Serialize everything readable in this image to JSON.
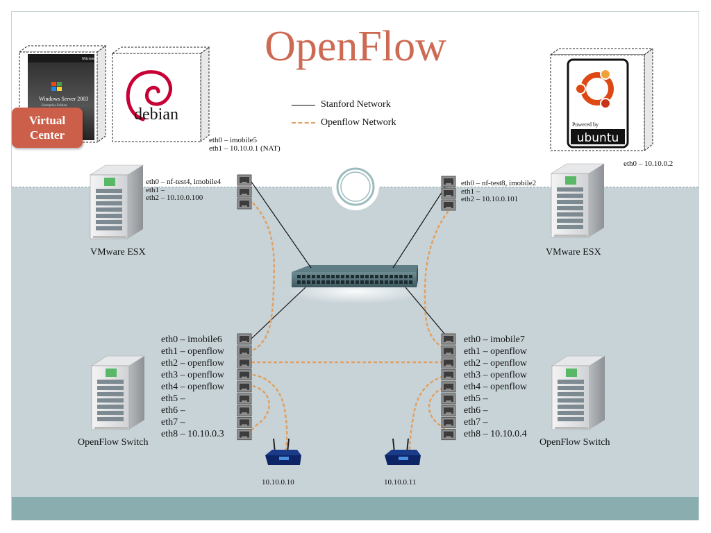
{
  "title": "OpenFlow",
  "legend": {
    "items": [
      {
        "label": "Stanford Network",
        "color": "#000000",
        "style": "solid"
      },
      {
        "label": "Openflow Network",
        "color": "#e0a060",
        "style": "dashed"
      }
    ]
  },
  "virtual_center": {
    "line1": "Virtual",
    "line2": "Center"
  },
  "windows_box": {
    "brand": "Microsoft",
    "product": "Windows Server 2003",
    "edition": "Enterprise Edition"
  },
  "debian": {
    "label": "debian",
    "eth": [
      "eth0 – imobile5",
      "eth1 –  10.10.0.1 (NAT)"
    ]
  },
  "ubuntu": {
    "powered": "Powered by",
    "label": "ubuntu",
    "eth0": "eth0 – 10.10.0.2"
  },
  "esx_left": {
    "label": "VMware ESX",
    "eth": [
      "eth0 –  nf-test4, imobile4",
      "eth1 –",
      "eth2 –  10.10.0.100"
    ]
  },
  "esx_right": {
    "label": "VMware ESX",
    "eth": [
      "eth0 – nf-test8, imobile2",
      "eth1 –",
      "eth2 –  10.10.0.101"
    ]
  },
  "switch_left": {
    "label": "OpenFlow Switch",
    "eth": [
      "eth0 – imobile6",
      "eth1 – openflow",
      "eth2 – openflow",
      "eth3 – openflow",
      "eth4 – openflow",
      "eth5 –",
      "eth6 –",
      "eth7 –",
      "eth8 – 10.10.0.3"
    ]
  },
  "switch_right": {
    "label": "OpenFlow Switch",
    "eth": [
      "eth0 – imobile7",
      "eth1 – openflow",
      "eth2 – openflow",
      "eth3 – openflow",
      "eth4 – openflow",
      "eth5 –",
      "eth6 –",
      "eth7 –",
      "eth8 – 10.10.0.4"
    ]
  },
  "router_left": {
    "ip": "10.10.0.10"
  },
  "router_right": {
    "ip": "10.10.0.11"
  },
  "colors": {
    "title": "#cc6a53",
    "openflow_line": "#e0a060",
    "stanford_line": "#000000",
    "background_lower": "#c8d3d8",
    "band": "#8aadaf",
    "virtual_center": "#cc5f49"
  }
}
